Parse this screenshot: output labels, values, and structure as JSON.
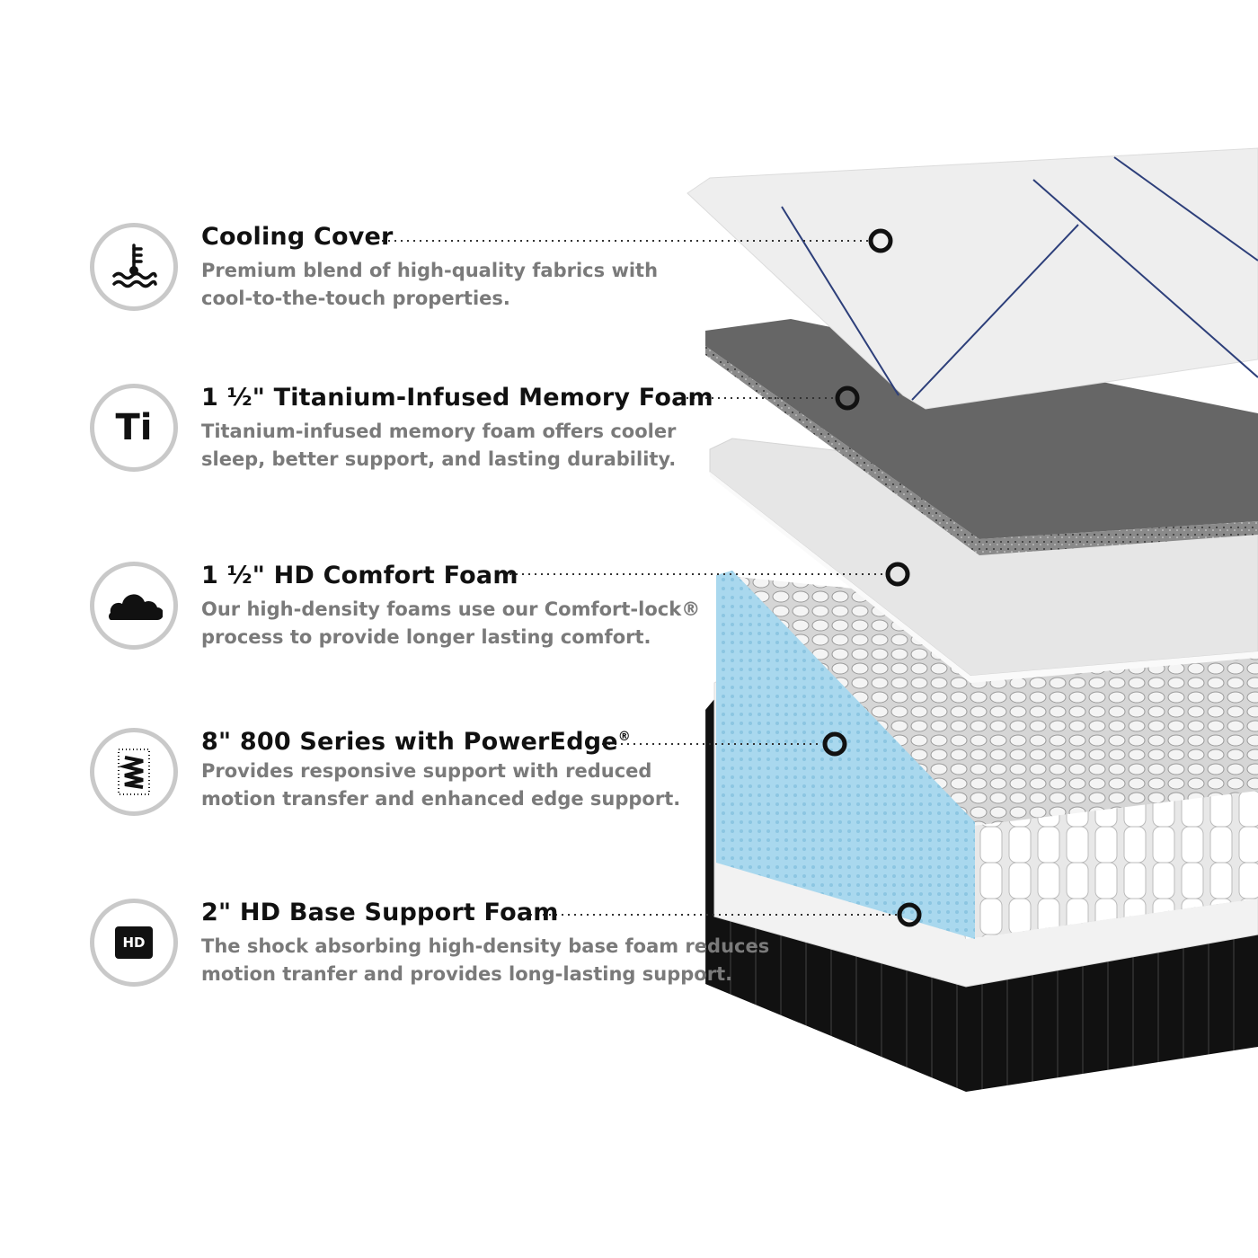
{
  "features": [
    {
      "title": "Cooling Cover",
      "desc1": "Premium blend of high-quality fabrics with",
      "desc2": "cool-to-the-touch properties.",
      "icon": "thermometer-water-icon"
    },
    {
      "title": "1 ½\" Titanium-Infused Memory Foam",
      "desc1": "Titanium-infused memory foam offers cooler",
      "desc2": "sleep, better support, and lasting durability.",
      "icon": "titanium-icon",
      "icon_text": "Ti"
    },
    {
      "title": "1 ½\" HD Comfort Foam",
      "desc1": "Our high-density foams use our Comfort-lock®",
      "desc2": "process to provide longer lasting comfort.",
      "icon": "cloud-icon"
    },
    {
      "title": "8\" 800 Series with PowerEdge",
      "title_mark": "®",
      "desc1": "Provides responsive support with reduced",
      "desc2": "motion transfer and enhanced edge support.",
      "icon": "coil-spring-icon"
    },
    {
      "title": "2\" HD Base Support Foam",
      "desc1": "The shock absorbing high-density base foam reduces",
      "desc2": "motion tranfer and provides long-lasting support.",
      "icon": "hd-icon",
      "icon_text": "HD"
    }
  ],
  "colors": {
    "ring": "#c9c9c9",
    "title": "#111111",
    "desc": "#7a7a7a",
    "edge_blue": "#a9d8ee",
    "base": "#111111"
  }
}
